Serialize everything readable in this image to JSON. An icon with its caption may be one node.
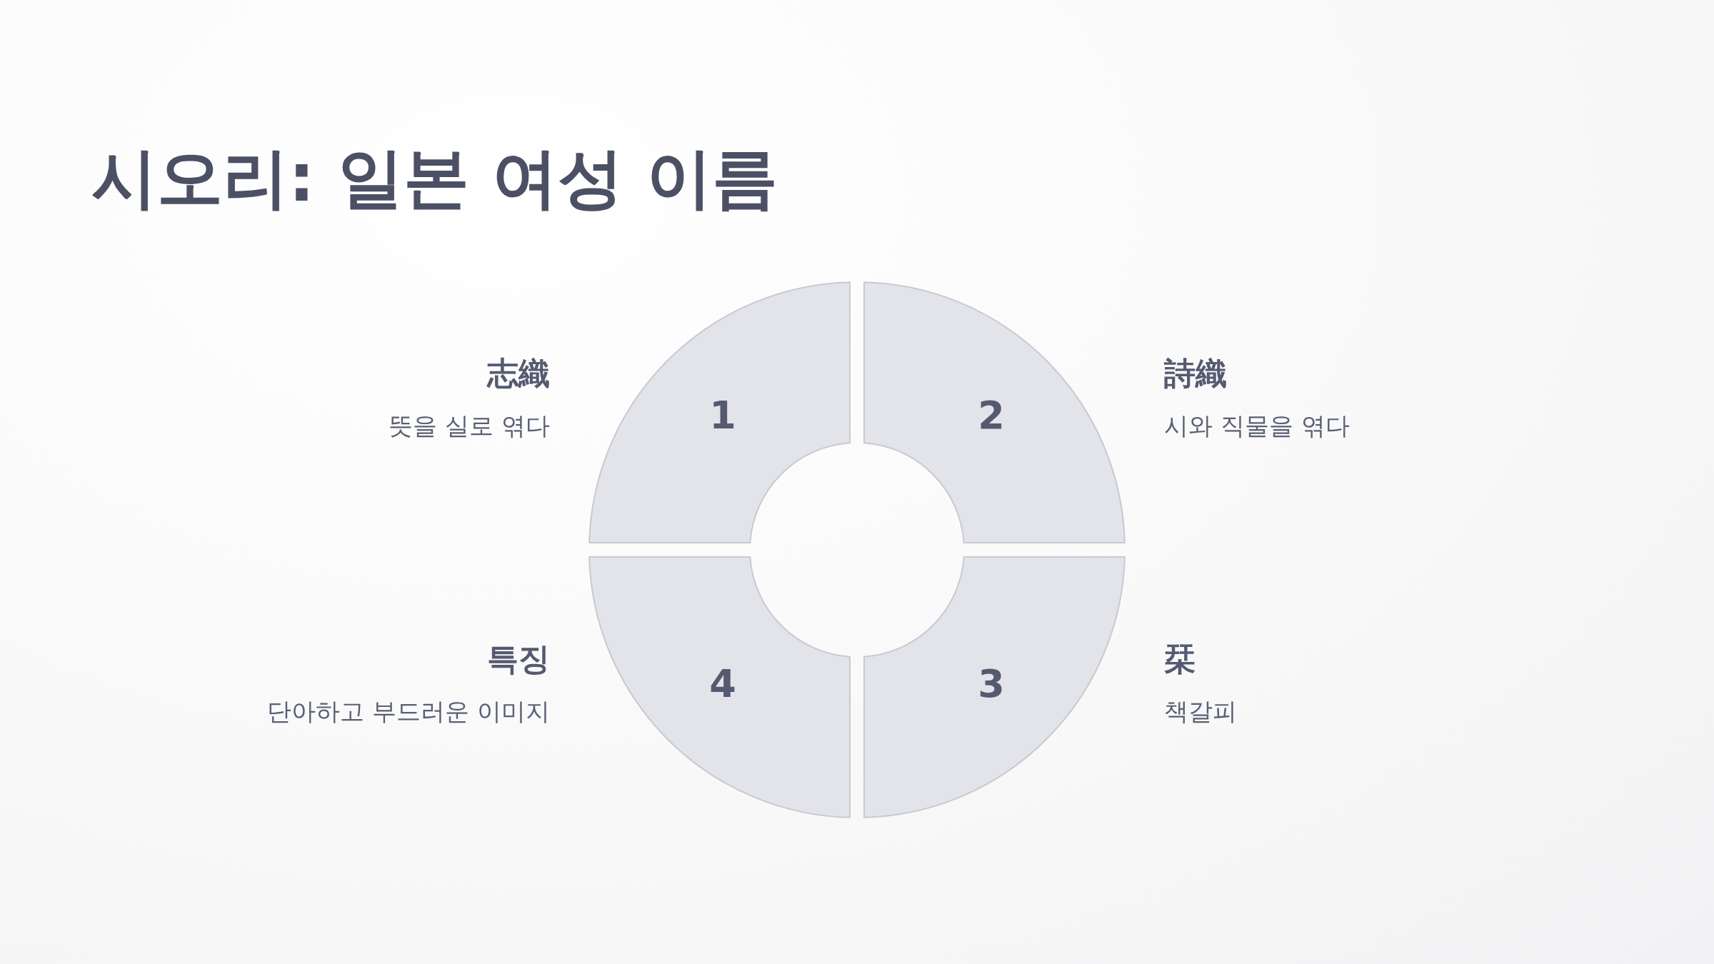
{
  "diagram": {
    "title": "시오리: 일본 여성 이름",
    "nodes": [
      {
        "text": [
          "1"
        ],
        "beside": [
          "志織",
          "뜻을 실로 엮다"
        ]
      },
      {
        "text": [
          "2"
        ],
        "beside": [
          "詩織",
          "시와 직물을 엮다"
        ]
      },
      {
        "text": [
          "3"
        ],
        "beside": [
          "栞",
          "책갈피"
        ]
      },
      {
        "text": [
          "4"
        ],
        "beside": [
          "특징",
          "단아하고 부드러운 이미지"
        ]
      }
    ],
    "edges": []
  }
}
